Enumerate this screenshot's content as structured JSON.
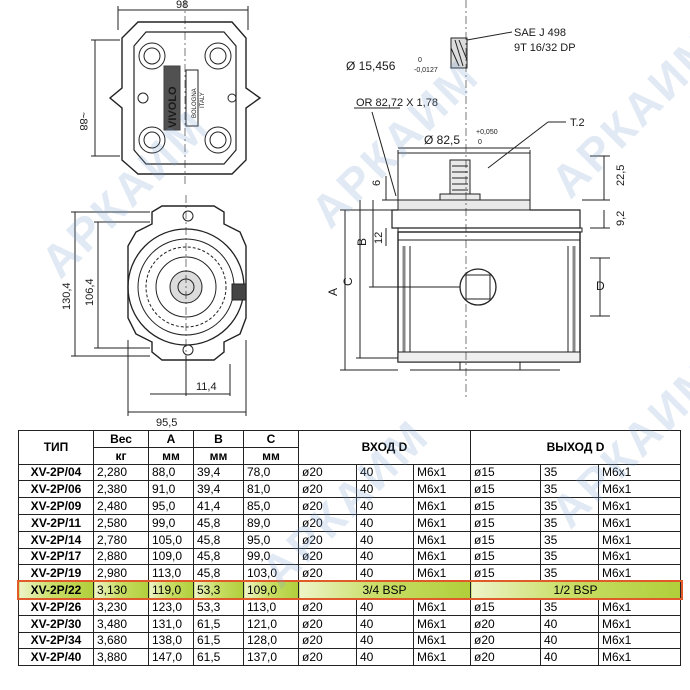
{
  "watermark": {
    "text": "АРКАИМ"
  },
  "drawing": {
    "top_view": {
      "width_dim": "98",
      "height_dim": "~88",
      "logo": "VIVOLO",
      "label1": "BOLOGNA",
      "label2": "ITALY"
    },
    "bottom_view": {
      "dim_total_height": "130,4",
      "dim_bolt_spacing": "106,4",
      "dim_offset": "11,4",
      "dim_width": "95,5"
    },
    "side_view": {
      "spline_standard": "SAE J 498",
      "spline_spec": "9T 16/32 DP",
      "shaft_diameter": "Ø 15,456",
      "shaft_tol_upper": "0",
      "shaft_tol_lower": "-0,0127",
      "o_ring": "OR 82,72 X 1,78",
      "pilot_diameter": "Ø 82,5",
      "pilot_tol_upper": "+0,050",
      "pilot_tol_lower": "0",
      "t2": "T.2",
      "dim_22_5": "22,5",
      "dim_9_2": "9,2",
      "dim_6": "6",
      "dim_12": "12",
      "label_a": "A",
      "label_b": "B",
      "label_c": "C",
      "label_d": "D"
    }
  },
  "table": {
    "headers": {
      "type": "ТИП",
      "weight": "Вес",
      "a": "A",
      "b": "B",
      "c": "C",
      "inlet": "ВХОД D",
      "outlet": "ВЫХОД D"
    },
    "units": {
      "weight": "кг",
      "a": "мм",
      "b": "мм",
      "c": "мм"
    },
    "rows": [
      {
        "model": "XV-2P/04",
        "weight": "2,280",
        "a": "88,0",
        "b": "39,4",
        "c": "78,0",
        "in_d": "ø20",
        "in_b": "40",
        "in_t": "M6x1",
        "out_d": "ø15",
        "out_b": "35",
        "out_t": "M6x1"
      },
      {
        "model": "XV-2P/06",
        "weight": "2,380",
        "a": "91,0",
        "b": "39,4",
        "c": "81,0",
        "in_d": "ø20",
        "in_b": "40",
        "in_t": "M6x1",
        "out_d": "ø15",
        "out_b": "35",
        "out_t": "M6x1"
      },
      {
        "model": "XV-2P/09",
        "weight": "2,480",
        "a": "95,0",
        "b": "41,4",
        "c": "85,0",
        "in_d": "ø20",
        "in_b": "40",
        "in_t": "M6x1",
        "out_d": "ø15",
        "out_b": "35",
        "out_t": "M6x1"
      },
      {
        "model": "XV-2P/11",
        "weight": "2,580",
        "a": "99,0",
        "b": "45,8",
        "c": "89,0",
        "in_d": "ø20",
        "in_b": "40",
        "in_t": "M6x1",
        "out_d": "ø15",
        "out_b": "35",
        "out_t": "M6x1"
      },
      {
        "model": "XV-2P/14",
        "weight": "2,780",
        "a": "105,0",
        "b": "45,8",
        "c": "95,0",
        "in_d": "ø20",
        "in_b": "40",
        "in_t": "M6x1",
        "out_d": "ø15",
        "out_b": "35",
        "out_t": "M6x1"
      },
      {
        "model": "XV-2P/17",
        "weight": "2,880",
        "a": "109,0",
        "b": "45,8",
        "c": "99,0",
        "in_d": "ø20",
        "in_b": "40",
        "in_t": "M6x1",
        "out_d": "ø15",
        "out_b": "35",
        "out_t": "M6x1"
      },
      {
        "model": "XV-2P/19",
        "weight": "2,980",
        "a": "113,0",
        "b": "45,8",
        "c": "103,0",
        "in_d": "ø20",
        "in_b": "40",
        "in_t": "M6x1",
        "out_d": "ø15",
        "out_b": "35",
        "out_t": "M6x1"
      }
    ],
    "highlight_row": {
      "model": "XV-2P/22",
      "weight": "3,130",
      "a": "119,0",
      "b": "53,3",
      "c": "109,0",
      "inlet": "3/4 BSP",
      "outlet": "1/2 BSP"
    },
    "rows_after": [
      {
        "model": "XV-2P/26",
        "weight": "3,230",
        "a": "123,0",
        "b": "53,3",
        "c": "113,0",
        "in_d": "ø20",
        "in_b": "40",
        "in_t": "M6x1",
        "out_d": "ø15",
        "out_b": "35",
        "out_t": "M6x1"
      },
      {
        "model": "XV-2P/30",
        "weight": "3,480",
        "a": "131,0",
        "b": "61,5",
        "c": "121,0",
        "in_d": "ø20",
        "in_b": "40",
        "in_t": "M6x1",
        "out_d": "ø20",
        "out_b": "40",
        "out_t": "M6x1"
      },
      {
        "model": "XV-2P/34",
        "weight": "3,680",
        "a": "138,0",
        "b": "61,5",
        "c": "128,0",
        "in_d": "ø20",
        "in_b": "40",
        "in_t": "M6x1",
        "out_d": "ø20",
        "out_b": "40",
        "out_t": "M6x1"
      },
      {
        "model": "XV-2P/40",
        "weight": "3,880",
        "a": "147,0",
        "b": "61,5",
        "c": "137,0",
        "in_d": "ø20",
        "in_b": "40",
        "in_t": "M6x1",
        "out_d": "ø20",
        "out_b": "40",
        "out_t": "M6x1"
      }
    ]
  }
}
